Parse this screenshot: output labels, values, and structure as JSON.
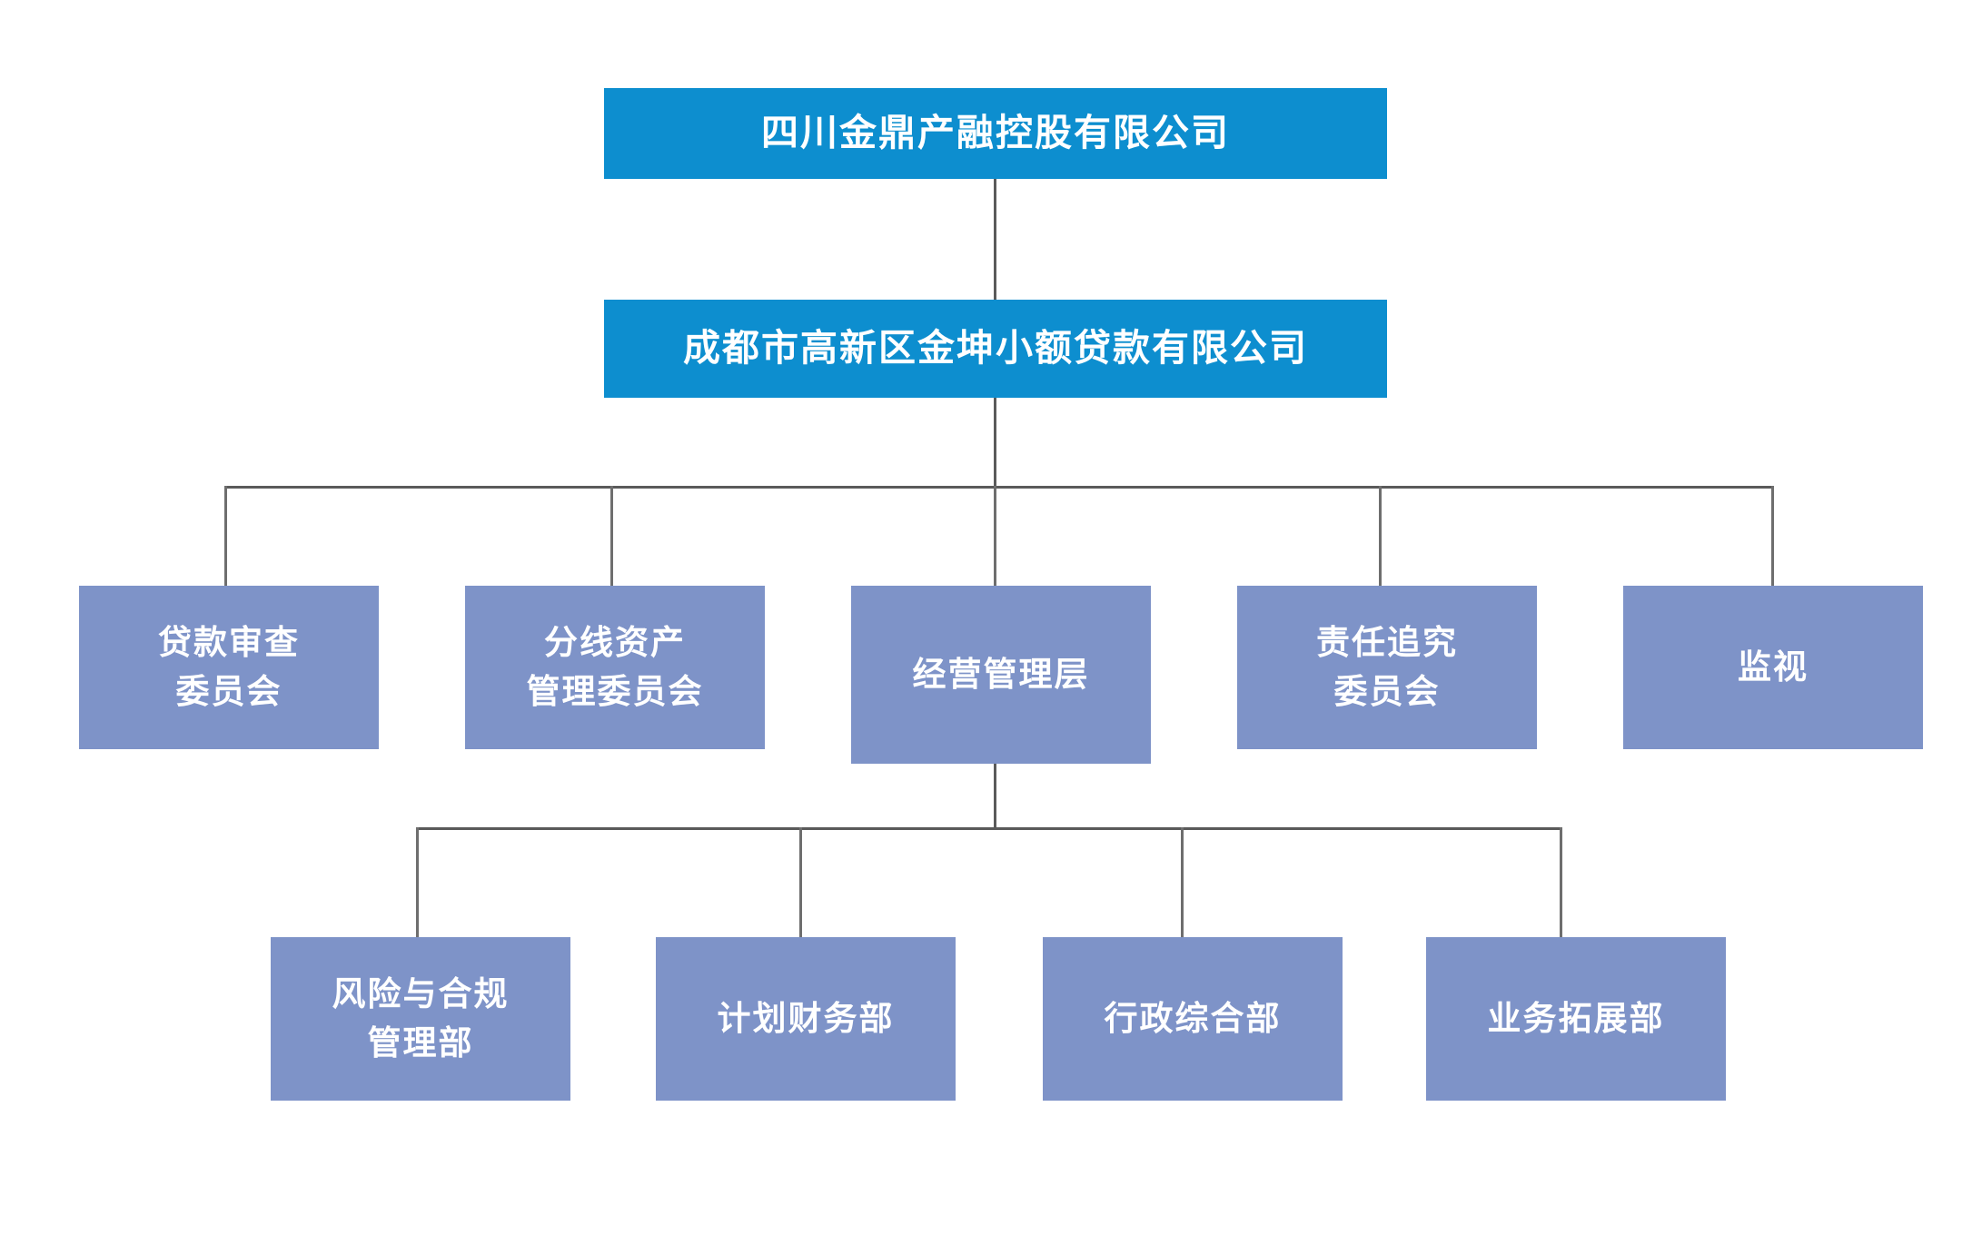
{
  "chart": {
    "title": "",
    "type": "org-chart",
    "colors": {
      "level1": "#0d8ecf",
      "level2": "#0d8ecf",
      "level3": "#7e93c8",
      "level4": "#7e93c8",
      "connector": "#5a5a5a",
      "text": "#ffffff",
      "background": "#ffffff"
    }
  },
  "nodes": {
    "parent_company": {
      "label": "四川金鼎产融控股有限公司",
      "lines": [
        "四川金鼎产融控股有限公司"
      ]
    },
    "subsidiary": {
      "label": "成都市高新区金坤小额贷款有限公司",
      "lines": [
        "成都市高新区金坤小额贷款有限公司"
      ]
    },
    "committees": [
      {
        "label": "贷款审查委员会",
        "lines": [
          "贷款审查",
          "委员会"
        ]
      },
      {
        "label": "分线资产管理委员会",
        "lines": [
          "分线资产",
          "管理委员会"
        ]
      },
      {
        "label": "经营管理层",
        "lines": [
          "经营管理层"
        ]
      },
      {
        "label": "责任追究委员会",
        "lines": [
          "责任追究",
          "委员会"
        ]
      },
      {
        "label": "监视",
        "lines": [
          "监视"
        ]
      }
    ],
    "departments": [
      {
        "label": "风险与合规管理部",
        "lines": [
          "风险与合规",
          "管理部"
        ]
      },
      {
        "label": "计划财务部",
        "lines": [
          "计划财务部"
        ]
      },
      {
        "label": "行政综合部",
        "lines": [
          "行政综合部"
        ]
      },
      {
        "label": "业务拓展部",
        "lines": [
          "业务拓展部"
        ]
      }
    ]
  }
}
